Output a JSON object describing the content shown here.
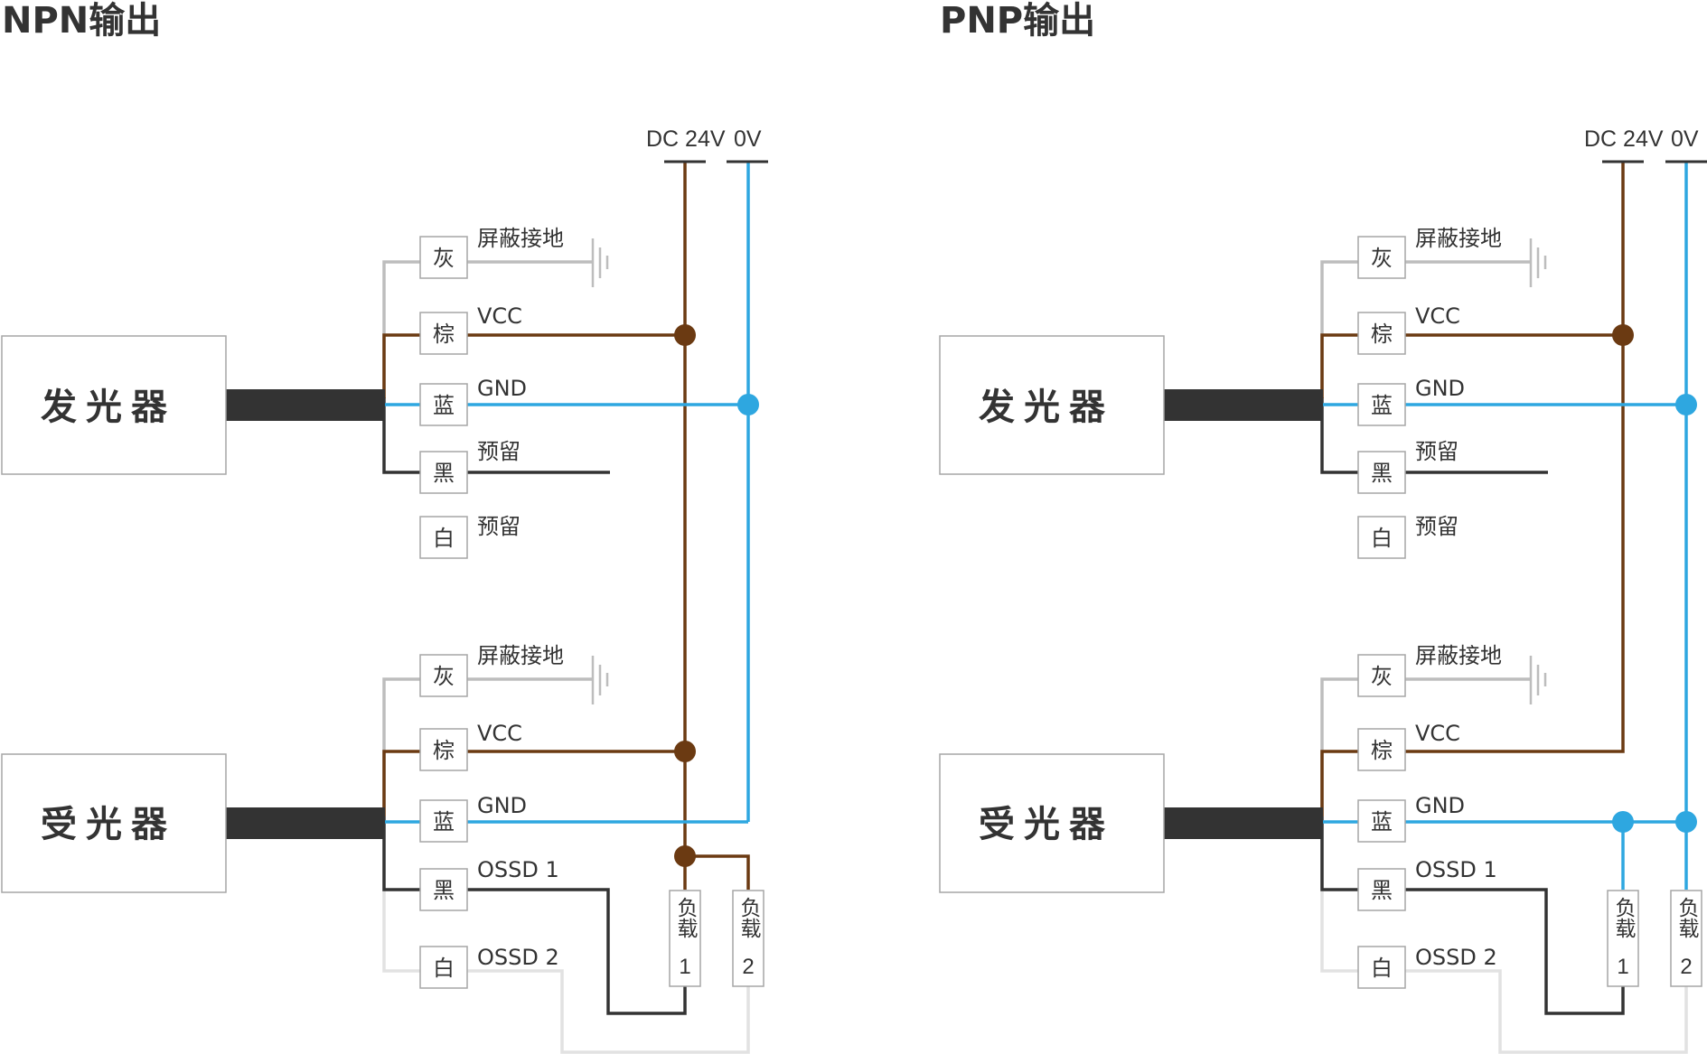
{
  "colors": {
    "brown": "#6b3a12",
    "blue": "#2ea7e0",
    "gray": "#bdbdbd",
    "black": "#333333",
    "white_wire": "#e2e2e2",
    "cable": "#333333"
  },
  "npn": {
    "title": "NPN输出",
    "supply_24v": "DC 24V",
    "supply_0v": "0V",
    "emitter": {
      "name": "发光器",
      "wires": [
        {
          "tag": "灰",
          "label": "屏蔽接地"
        },
        {
          "tag": "棕",
          "label": "VCC"
        },
        {
          "tag": "蓝",
          "label": "GND"
        },
        {
          "tag": "黑",
          "label": "预留"
        },
        {
          "tag": "白",
          "label": "预留"
        }
      ]
    },
    "receiver": {
      "name": "受光器",
      "wires": [
        {
          "tag": "灰",
          "label": "屏蔽接地"
        },
        {
          "tag": "棕",
          "label": "VCC"
        },
        {
          "tag": "蓝",
          "label": "GND"
        },
        {
          "tag": "黑",
          "label": "OSSD 1"
        },
        {
          "tag": "白",
          "label": "OSSD 2"
        }
      ]
    },
    "loads": [
      {
        "text": "负载",
        "num": "1"
      },
      {
        "text": "负载",
        "num": "2"
      }
    ]
  },
  "pnp": {
    "title": "PNP输出",
    "supply_24v": "DC 24V",
    "supply_0v": "0V",
    "emitter": {
      "name": "发光器",
      "wires": [
        {
          "tag": "灰",
          "label": "屏蔽接地"
        },
        {
          "tag": "棕",
          "label": "VCC"
        },
        {
          "tag": "蓝",
          "label": "GND"
        },
        {
          "tag": "黑",
          "label": "预留"
        },
        {
          "tag": "白",
          "label": "预留"
        }
      ]
    },
    "receiver": {
      "name": "受光器",
      "wires": [
        {
          "tag": "灰",
          "label": "屏蔽接地"
        },
        {
          "tag": "棕",
          "label": "VCC"
        },
        {
          "tag": "蓝",
          "label": "GND"
        },
        {
          "tag": "黑",
          "label": "OSSD 1"
        },
        {
          "tag": "白",
          "label": "OSSD 2"
        }
      ]
    },
    "loads": [
      {
        "text": "负载",
        "num": "1"
      },
      {
        "text": "负载",
        "num": "2"
      }
    ]
  }
}
